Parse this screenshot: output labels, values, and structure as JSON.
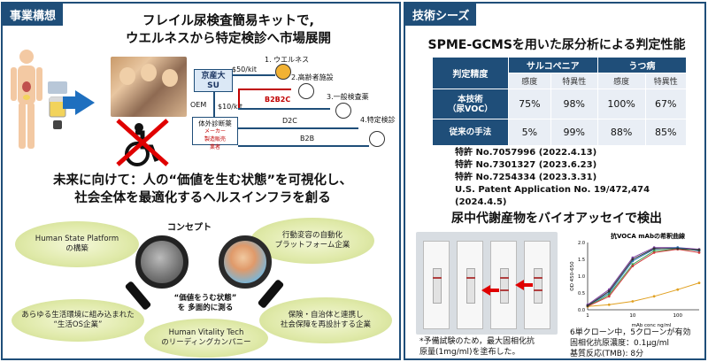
{
  "left_panel": {
    "tag": "事業構想",
    "title_line1": "フレイル尿検査簡易キットで,",
    "title_line2": "ウエルネスから特定検診へ市場展開",
    "diagram": {
      "university_label_line1": "京産大",
      "university_label_line2": "SU",
      "lab_label": "体外診断薬",
      "lab_sub1": "メーカー",
      "lab_sub2": "製造販売",
      "lab_sub3": "業者",
      "oem": "OEM",
      "price_top": "$50/kit",
      "price_mid": "$10/kit",
      "channels": [
        {
          "label": "1. ウエルネス"
        },
        {
          "label": "2.高齢者施設"
        },
        {
          "label": "3.一般検査薬"
        },
        {
          "label": "4.特定検診"
        }
      ],
      "b2b2c": "B2B2C",
      "d2c": "D2C",
      "b2b": "B2B"
    },
    "vision_line1": "未来に向けて：人の“価値を生む状態”を可視化し、",
    "vision_line2": "社会全体を最適化するヘルスインフラを創る",
    "concept": {
      "title": "コンセプト",
      "caption_line1": "“価値をうむ状態”",
      "caption_line2": "を 多面的に測る",
      "leaves": [
        {
          "line1": "Human State Platform",
          "line2": "の構築"
        },
        {
          "line1": "行動変容の自動化",
          "line2": "プラットフォーム企業"
        },
        {
          "line1": "あらゆる生活環境に組み込まれた",
          "line2": "“生活OS企業”"
        },
        {
          "line1": "保険・自治体と連携し",
          "line2": "社会保障を再設計する企業"
        },
        {
          "line1": "Human Vitality Tech",
          "line2": "のリーディングカンパニー"
        }
      ]
    }
  },
  "right_panel": {
    "tag": "技術シーズ",
    "title1": "SPME-GCMSを用いた尿分析による判定性能",
    "table": {
      "corner": "判定精度",
      "groups": [
        "サルコペニア",
        "うつ病"
      ],
      "subs": [
        "感度",
        "特異性",
        "感度",
        "特異性"
      ],
      "rows": [
        {
          "head1": "本技術",
          "head2": "（尿VOC）",
          "values": [
            "75%",
            "98%",
            "100%",
            "67%"
          ]
        },
        {
          "head1": "従来の手法",
          "head2": "",
          "values": [
            "5%",
            "99%",
            "88%",
            "85%"
          ]
        }
      ]
    },
    "patents": [
      "特許 No.7057996 (2022.4.13)",
      "特許 No.7301327 (2023.6.23)",
      "特許 No.7254334 (2023.3.31)",
      "U.S. Patent Application No. 19/472,474 (2024.4.5)"
    ],
    "title2": "尿中代謝産物をバイオアッセイで検出",
    "photo_note_line1": "*予備試験のため，最大固相化抗",
    "photo_note_line2": "原量(1mg/ml)を塗布した。",
    "chart_note_line1": "6単クローン中，5クローンが有効",
    "chart_note_line2": "固相化抗原濃度：0.1μg/ml",
    "chart_note_line3": "基質反応(TMB): 8分"
  },
  "chart_data": {
    "type": "line",
    "title": "抗VOCA mAbの希釈曲線",
    "xlabel": "mAb conc ng/ml",
    "ylabel": "OD 450-650",
    "x_scale": "log",
    "xlim": [
      1,
      300
    ],
    "ylim": [
      0,
      2.0
    ],
    "x_ticks": [
      "1",
      "10",
      "100"
    ],
    "y_ticks": [
      "0.0",
      "0.5",
      "1.0",
      "1.5",
      "2.0"
    ],
    "x": [
      1,
      3,
      10,
      30,
      100,
      300
    ],
    "series": [
      {
        "color": "#7b3fa0",
        "values": [
          0.15,
          0.6,
          1.55,
          1.85,
          1.85,
          1.8
        ]
      },
      {
        "color": "#2a7ab8",
        "values": [
          0.12,
          0.5,
          1.45,
          1.8,
          1.85,
          1.75
        ]
      },
      {
        "color": "#3aa04a",
        "values": [
          0.1,
          0.45,
          1.35,
          1.75,
          1.8,
          1.78
        ]
      },
      {
        "color": "#d03a3a",
        "values": [
          0.1,
          0.4,
          1.3,
          1.7,
          1.8,
          1.7
        ]
      },
      {
        "color": "#e0a020",
        "values": [
          0.1,
          0.15,
          0.25,
          0.4,
          0.6,
          0.8
        ]
      },
      {
        "color": "#333333",
        "values": [
          0.12,
          0.55,
          1.5,
          1.82,
          1.82,
          1.78
        ]
      }
    ]
  }
}
